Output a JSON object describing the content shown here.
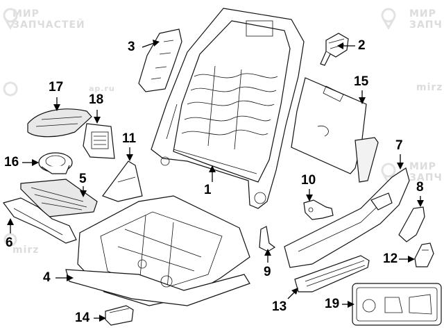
{
  "watermark": {
    "line1": "МИР",
    "line2": "ЗАПЧАСТЕЙ",
    "line1_cut": "МИР",
    "line2_cut": "ЗАПЧ",
    "small": "mirz",
    "small_ru": "ap.ru",
    "color": "#dcdcdc"
  },
  "callouts": [
    {
      "id": "c1",
      "label": "1"
    },
    {
      "id": "c2",
      "label": "2"
    },
    {
      "id": "c3",
      "label": "3"
    },
    {
      "id": "c4",
      "label": "4"
    },
    {
      "id": "c5",
      "label": "5"
    },
    {
      "id": "c6",
      "label": "6"
    },
    {
      "id": "c7",
      "label": "7"
    },
    {
      "id": "c8",
      "label": "8"
    },
    {
      "id": "c9",
      "label": "9"
    },
    {
      "id": "c10",
      "label": "10"
    },
    {
      "id": "c11",
      "label": "11"
    },
    {
      "id": "c12",
      "label": "12"
    },
    {
      "id": "c13",
      "label": "13"
    },
    {
      "id": "c14",
      "label": "14"
    },
    {
      "id": "c15",
      "label": "15"
    },
    {
      "id": "c16",
      "label": "16"
    },
    {
      "id": "c17",
      "label": "17"
    },
    {
      "id": "c18",
      "label": "18"
    },
    {
      "id": "c19",
      "label": "19"
    }
  ]
}
